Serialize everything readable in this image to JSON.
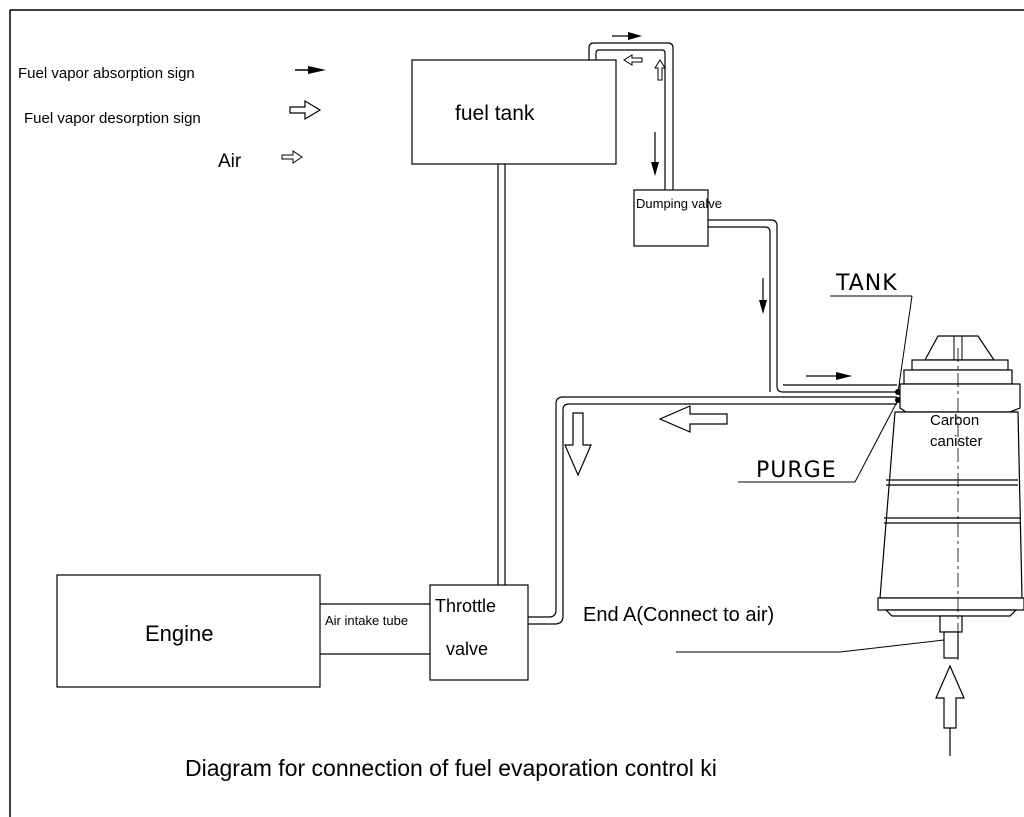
{
  "legend": {
    "absorption": "Fuel vapor absorption sign",
    "desorption": "Fuel vapor desorption sign",
    "air": "Air"
  },
  "components": {
    "fuel_tank": "fuel tank",
    "dumping_valve": "Dumping valve",
    "carbon_canister_line1": "Carbon",
    "carbon_canister_line2": "canister",
    "engine": "Engine",
    "air_intake_tube": "Air intake tube",
    "throttle_valve_line1": "Throttle",
    "throttle_valve_line2": "valve"
  },
  "ports": {
    "tank": "TANK",
    "purge": "PURGE",
    "end_a": "End A(Connect to air)"
  },
  "caption": "Diagram for connection of fuel evaporation control ki"
}
